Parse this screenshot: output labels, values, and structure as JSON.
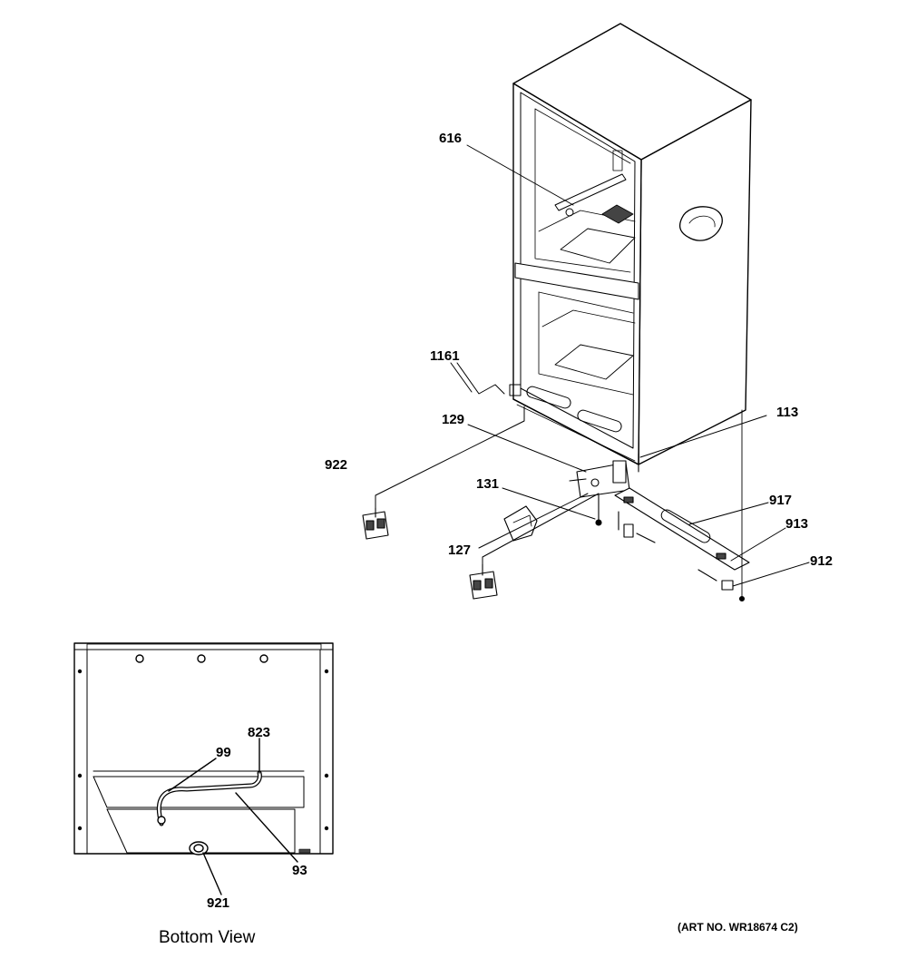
{
  "callouts": {
    "c616": "616",
    "c1161": "1161",
    "c129": "129",
    "c113": "113",
    "c922": "922",
    "c131": "131",
    "c917": "917",
    "c913": "913",
    "c127": "127",
    "c912": "912",
    "c823": "823",
    "c99": "99",
    "c93": "93",
    "c921": "921"
  },
  "caption": "Bottom View",
  "art_number": "(ART NO. WR18674 C2)"
}
